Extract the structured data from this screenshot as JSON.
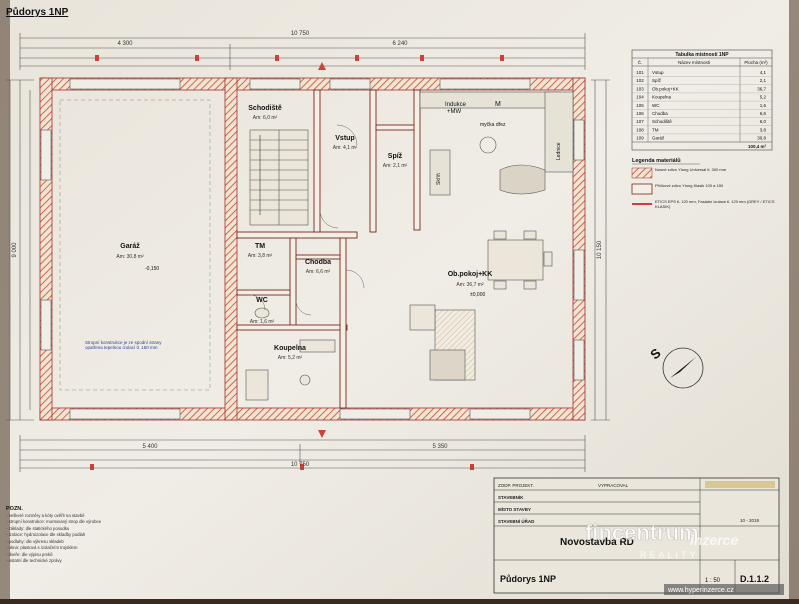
{
  "title": "Půdorys 1NP",
  "dimensions": {
    "top_overall": "10 750",
    "top_left": "4 300",
    "top_right": "6 240",
    "bottom_overall": "10 750",
    "bottom_left": "5 400",
    "bottom_right": "5 350",
    "left_height": "9 000",
    "right_height": "10 150"
  },
  "rooms": [
    {
      "name": "Garáž",
      "area": "Am: 30,8 m²"
    },
    {
      "name": "Schodiště",
      "area": "Am: 6,0 m²"
    },
    {
      "name": "Vstup",
      "area": "Am: 4,1 m²"
    },
    {
      "name": "Spíž",
      "area": "Am: 2,1 m²"
    },
    {
      "name": "Chodba",
      "area": "Am: 6,6 m²"
    },
    {
      "name": "TM",
      "area": "Am: 3,8 m²"
    },
    {
      "name": "WC",
      "area": "Am: 1,6 m²"
    },
    {
      "name": "Koupelna",
      "area": "Am: 5,2 m²"
    },
    {
      "name": "Ob.pokoj+KK",
      "area": "Am: 36,7 m²"
    }
  ],
  "fixtures": {
    "indukce": "Indukce",
    "mw": "+MW",
    "m": "M",
    "sink": "myčka  dřez",
    "fridge": "Lednice",
    "storage": "Skříň"
  },
  "level_marks": {
    "garage": "-0,150",
    "living": "±0,000"
  },
  "garage_note": "Stropní konstrukce je ze spodní strany opatřena tepelnou izolací tl. 150 mm",
  "north_label": "S",
  "table": {
    "title": "Tabulka místností 1NP",
    "headers": [
      "Č.",
      "Název místnosti",
      "Plocha (m²)"
    ],
    "rows": [
      [
        "101",
        "Vstup",
        "4,1"
      ],
      [
        "102",
        "Spíž",
        "2,1"
      ],
      [
        "103",
        "Ob.pokoj+KK",
        "36,7"
      ],
      [
        "104",
        "Koupelna",
        "5,2"
      ],
      [
        "105",
        "WC",
        "1,6"
      ],
      [
        "106",
        "Chodba",
        "6,6"
      ],
      [
        "107",
        "Schodiště",
        "6,0"
      ],
      [
        "108",
        "TM",
        "3,8"
      ],
      [
        "109",
        "Garáž",
        "30,8"
      ]
    ],
    "total": "100,4 m²"
  },
  "legend": {
    "title": "Legenda materiálů",
    "items": [
      "Nosné zdivo Ytong Universal tl. 300 mm",
      "Příčkové zdivo Ytong Klasik 100 a 150",
      "ETICS EPS tl. 120 mm, Fasádní izolace tl. 120 mm (GREY / ETICS KLASIK)"
    ]
  },
  "notes_heading": "POZN.",
  "notes": [
    "- veškeré rozměry a kóty ověřit na stavbě",
    "- stropní konstrukce: montovaný strop dle výrobce",
    "- základy: dle statického posudku",
    "- izolace: hydroizolace dle skladby podlah",
    "- podlahy: dle výkresu skladeb",
    "- okna: plastová s izolačním trojsklem",
    "- dveře: dle výpisu prvků",
    "- ostatní dle technické zprávy"
  ],
  "stamp": {
    "labels": [
      "ZODP. PROJEKT.",
      "VYPRACOVAL",
      "STAVEBNÍK",
      "MÍSTO STAVBY",
      "STAVEBNÍ ÚŘAD"
    ],
    "project": "Novostavba RD",
    "drawing": "Půdorys 1NP",
    "number": "D.1.1.2",
    "date": "10 - 2019",
    "scale": "1 : 50"
  },
  "watermark": {
    "brand": "fincentrum",
    "sub": "REALITY",
    "inzerce": "inzerce",
    "url": "www.hyperinzerce.cz"
  }
}
